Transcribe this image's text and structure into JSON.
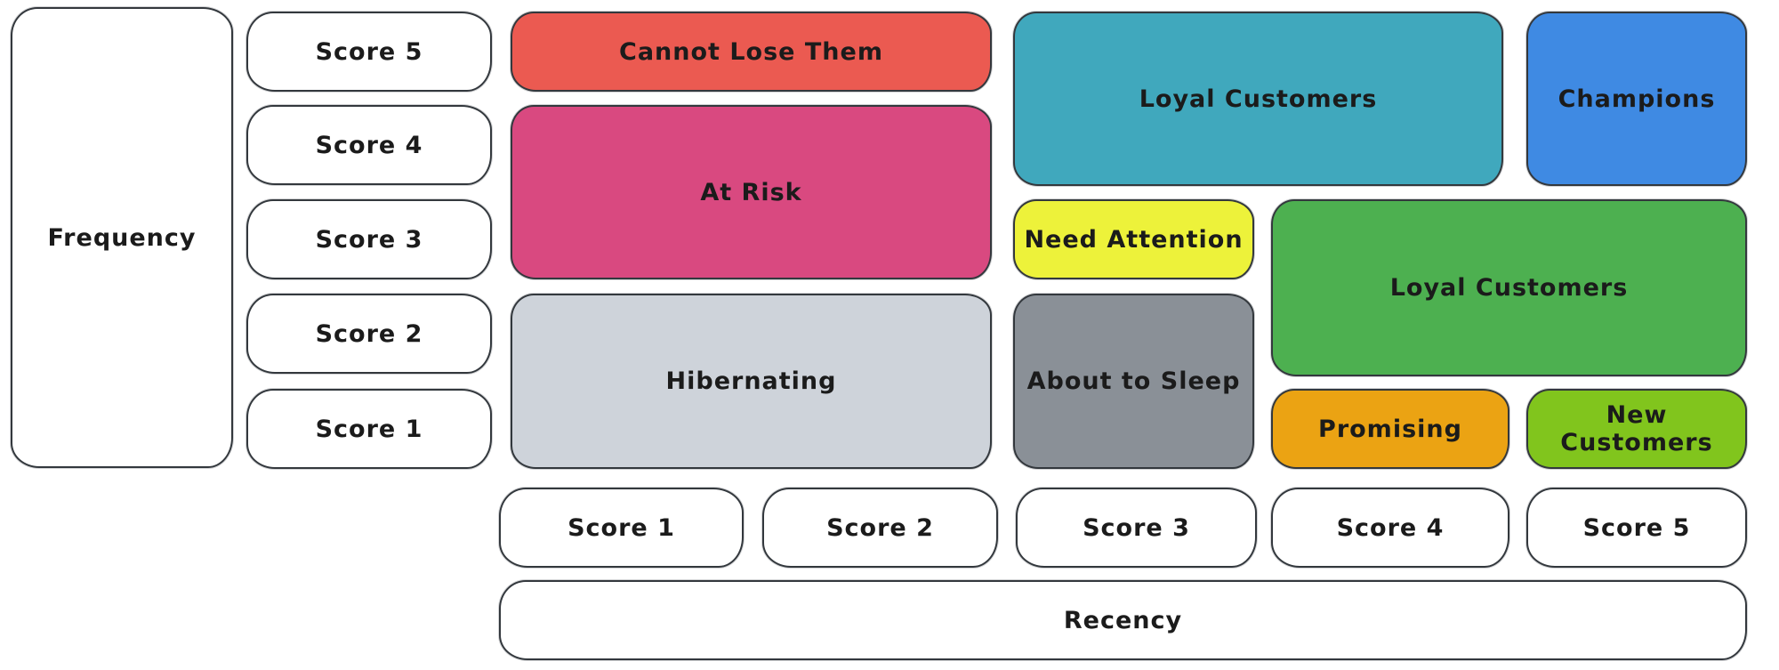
{
  "diagram": {
    "type": "rfm-customer-segmentation-grid",
    "style": "hand-drawn whiteboard (excalidraw-like)",
    "y_axis": {
      "label": "Frequency",
      "scores": [
        "Score 5",
        "Score 4",
        "Score 3",
        "Score 2",
        "Score 1"
      ]
    },
    "x_axis": {
      "label": "Recency",
      "scores": [
        "Score 1",
        "Score 2",
        "Score 3",
        "Score 4",
        "Score 5"
      ]
    },
    "segments": [
      {
        "label": "Cannot Lose Them",
        "color": "#eb5a51",
        "recency": [
          1,
          2
        ],
        "frequency": [
          5,
          5
        ]
      },
      {
        "label": "At Risk",
        "color": "#d94980",
        "recency": [
          1,
          2
        ],
        "frequency": [
          3,
          4
        ]
      },
      {
        "label": "Hibernating",
        "color": "#ced3da",
        "recency": [
          1,
          2
        ],
        "frequency": [
          1,
          2
        ]
      },
      {
        "label": "Loyal Customers",
        "color": "#40a8bd",
        "recency": [
          3,
          4
        ],
        "frequency": [
          4,
          5
        ]
      },
      {
        "label": "Champions",
        "color": "#3f8ae3",
        "recency": [
          5,
          5
        ],
        "frequency": [
          4,
          5
        ]
      },
      {
        "label": "Need Attention",
        "color": "#edf23a",
        "recency": [
          3,
          3
        ],
        "frequency": [
          3,
          3
        ]
      },
      {
        "label": "Loyal Customers",
        "color": "#4db050",
        "recency": [
          4,
          5
        ],
        "frequency": [
          2,
          3
        ]
      },
      {
        "label": "About to Sleep",
        "color": "#8a9097",
        "recency": [
          3,
          3
        ],
        "frequency": [
          1,
          2
        ]
      },
      {
        "label": "Promising",
        "color": "#eba313",
        "recency": [
          4,
          4
        ],
        "frequency": [
          1,
          1
        ]
      },
      {
        "label": "New Customers",
        "color": "#81c51d",
        "recency": [
          5,
          5
        ],
        "frequency": [
          1,
          1
        ]
      }
    ],
    "colors": {
      "background": "#ffffff",
      "border": "#33383d",
      "text": "#1b1b1b",
      "axis_box_fill": "#ffffff"
    }
  }
}
